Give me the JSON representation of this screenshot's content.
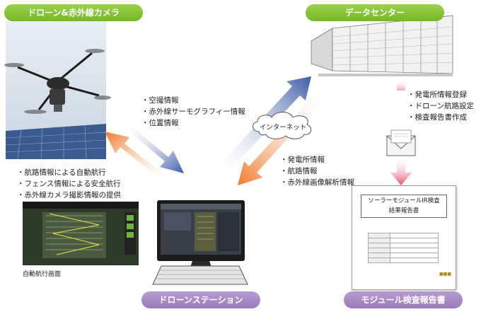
{
  "labels": {
    "drone_camera": "ドローン&赤外線カメラ",
    "data_center": "データセンター",
    "drone_station": "ドローンステーション",
    "module_report": "モジュール検査報告書",
    "internet": "インターネット",
    "auto_flight_screen": "自動航行画面"
  },
  "drone_to_station": [
    "空撮情報",
    "赤外線サーモグラフィー情報",
    "位置情報"
  ],
  "station_to_drone": [
    "航路情報による自動航行",
    "フェンス情報による安全航行",
    "赤外線カメラ撮影情報の提供"
  ],
  "center_to_station": [
    "発電所情報",
    "航路情報",
    "赤外線画像解析情報"
  ],
  "center_to_report": [
    "発電所情報登録",
    "ドローン航路設定",
    "検査報告書作成"
  ],
  "report": {
    "title_line1": "ソーラーモジュールIR検査",
    "title_line2": "結果報告書"
  },
  "colors": {
    "green_label": "#8cc63f",
    "purple_label": "#a98cc4",
    "blue_arrow": "#3d5ba9",
    "orange_arrow": "#f07a2a",
    "pink_arrow": "#e8506a"
  }
}
